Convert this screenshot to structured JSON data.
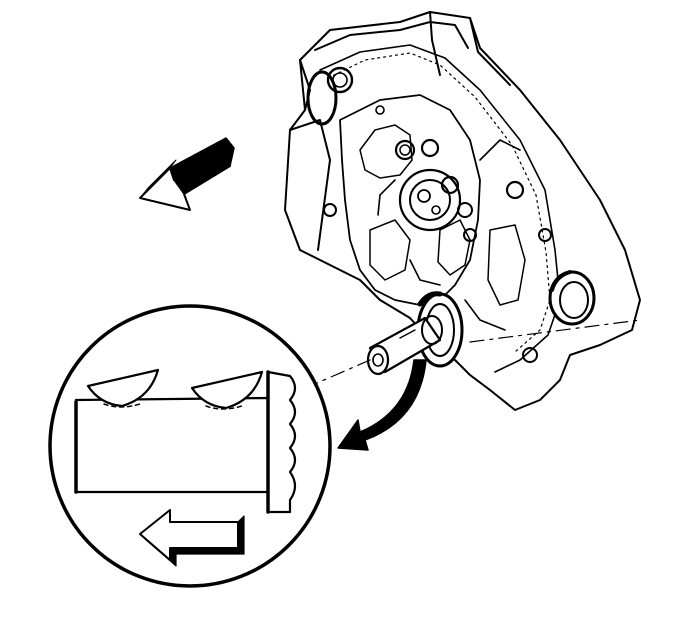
{
  "figure": {
    "description_text": "",
    "colors": {
      "ink": "#000000",
      "paper": "#ffffff",
      "shade": "#1a1a1a"
    },
    "parts": [
      {
        "name": "engine-front-cover",
        "icon": "engine-block-icon"
      },
      {
        "name": "crankshaft-front-oil-seal",
        "icon": "seal-ring-icon"
      },
      {
        "name": "key-alignment-driver-tool",
        "icon": "cylinder-tool-icon"
      },
      {
        "name": "detail-callout",
        "icon": "magnifier-circle-icon"
      },
      {
        "name": "direction-arrow",
        "icon": "arrow-left-icon"
      }
    ]
  }
}
